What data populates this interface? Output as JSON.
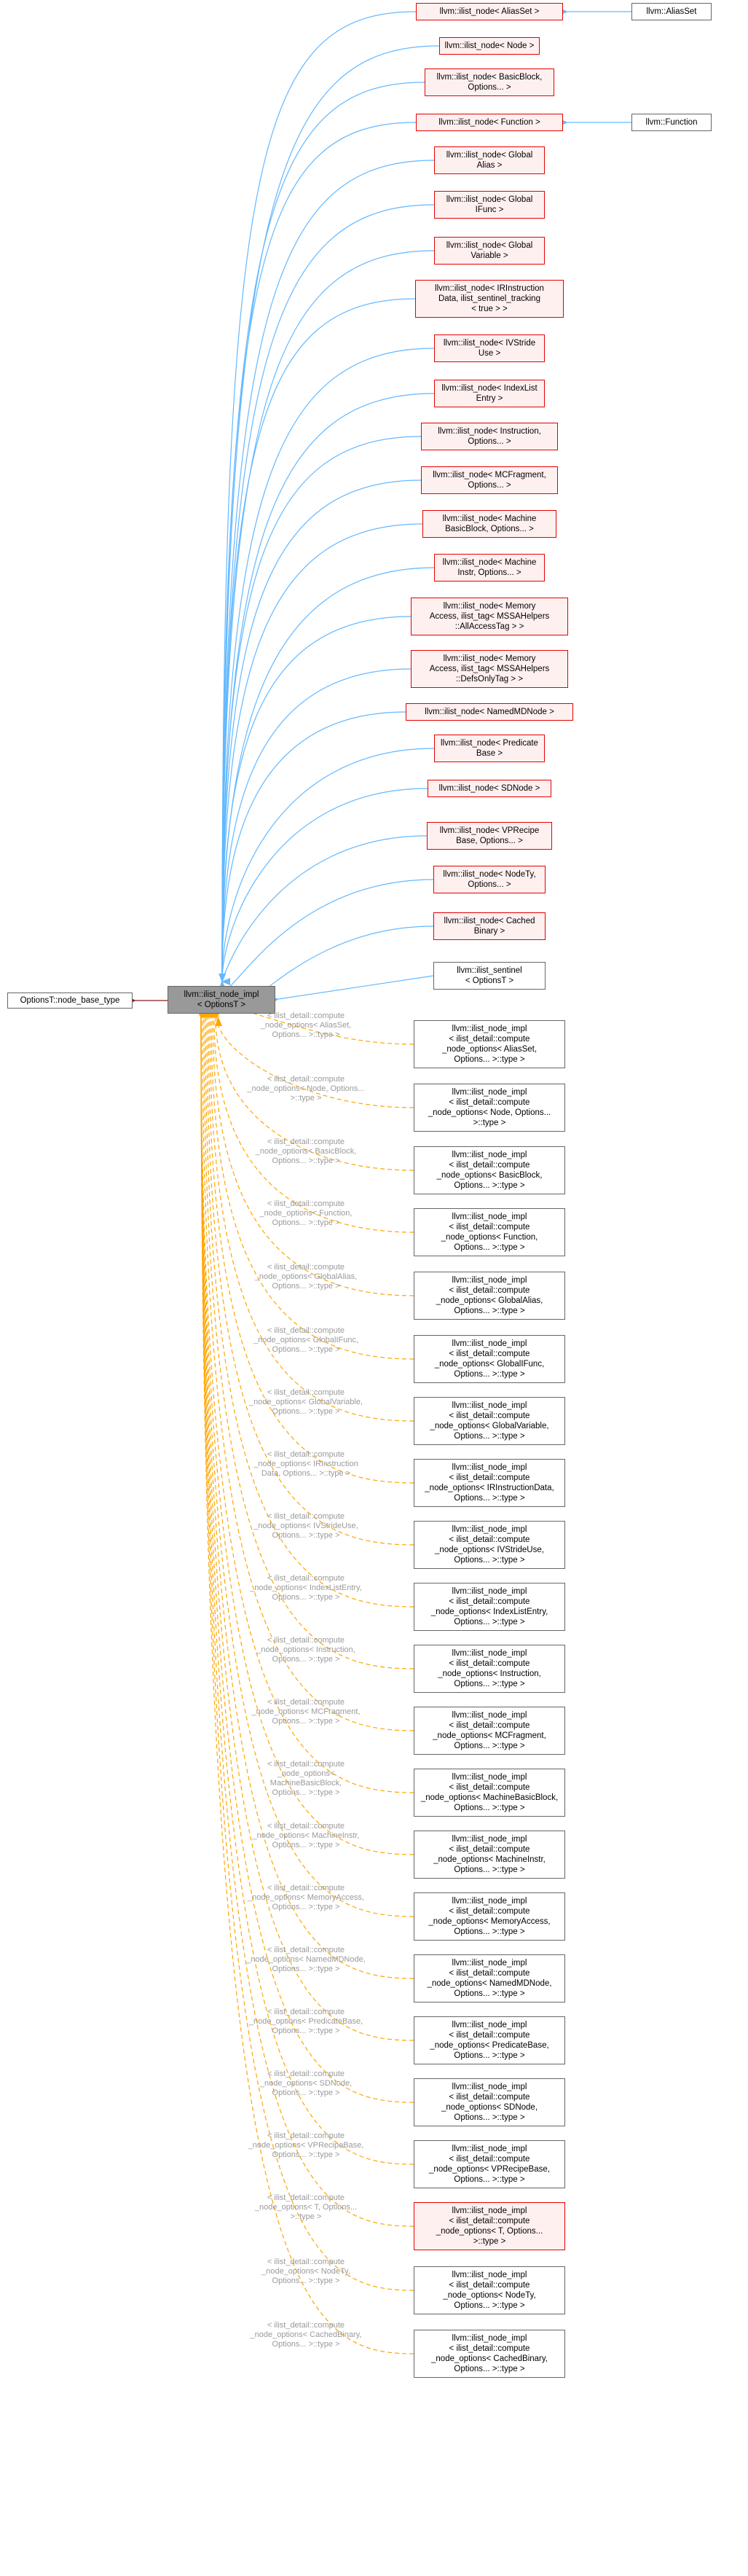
{
  "center_node": "llvm::ilist_node_impl\n< OptionsT >",
  "base_node": "OptionsT::node_base_type",
  "colors": {
    "inherit_edge": "#63b8ff",
    "template_edge": "#ffa500",
    "base_edge": "#8b1a1a",
    "red_border": "#e50000",
    "red_fill": "#fff0f0"
  },
  "solid_nodes": [
    "llvm::ilist_node< AliasSet >",
    "llvm::ilist_node< Node >",
    "llvm::ilist_node< BasicBlock,\nOptions... >",
    "llvm::ilist_node< Function >",
    "llvm::ilist_node< Global\nAlias >",
    "llvm::ilist_node< Global\nIFunc >",
    "llvm::ilist_node< Global\nVariable >",
    "llvm::ilist_node< IRInstruction\nData, ilist_sentinel_tracking\n< true > >",
    "llvm::ilist_node< IVStride\nUse >",
    "llvm::ilist_node< IndexList\nEntry >",
    "llvm::ilist_node< Instruction,\nOptions... >",
    "llvm::ilist_node< MCFragment,\nOptions... >",
    "llvm::ilist_node< Machine\nBasicBlock, Options... >",
    "llvm::ilist_node< Machine\nInstr, Options... >",
    "llvm::ilist_node< Memory\nAccess, ilist_tag< MSSAHelpers\n::AllAccessTag > >",
    "llvm::ilist_node< Memory\nAccess, ilist_tag< MSSAHelpers\n::DefsOnlyTag > >",
    "llvm::ilist_node< NamedMDNode >",
    "llvm::ilist_node< Predicate\nBase >",
    "llvm::ilist_node< SDNode >",
    "llvm::ilist_node< VPRecipe\nBase, Options... >",
    "llvm::ilist_node< NodeTy,\nOptions... >",
    "llvm::ilist_node< Cached\nBinary >",
    "llvm::ilist_sentinel\n< OptionsT >"
  ],
  "far_nodes": [
    {
      "from": "llvm::ilist_node< AliasSet >",
      "to": "llvm::AliasSet"
    },
    {
      "from": "llvm::ilist_node< Function >",
      "to": "llvm::Function"
    }
  ],
  "dashed_nodes": [
    {
      "label": "< ilist_detail::compute\n_node_options< AliasSet,\nOptions... >::type >",
      "node": "llvm::ilist_node_impl\n< ilist_detail::compute\n_node_options< AliasSet,\nOptions... >::type >"
    },
    {
      "label": "< ilist_detail::compute\n_node_options< Node, Options...\n>::type >",
      "node": "llvm::ilist_node_impl\n< ilist_detail::compute\n_node_options< Node, Options...\n>::type >"
    },
    {
      "label": "< ilist_detail::compute\n_node_options< BasicBlock,\nOptions... >::type >",
      "node": "llvm::ilist_node_impl\n< ilist_detail::compute\n_node_options< BasicBlock,\nOptions... >::type >"
    },
    {
      "label": "< ilist_detail::compute\n_node_options< Function,\nOptions... >::type >",
      "node": "llvm::ilist_node_impl\n< ilist_detail::compute\n_node_options< Function,\nOptions... >::type >"
    },
    {
      "label": "< ilist_detail::compute\n_node_options< GlobalAlias,\nOptions... >::type >",
      "node": "llvm::ilist_node_impl\n< ilist_detail::compute\n_node_options< GlobalAlias,\nOptions... >::type >"
    },
    {
      "label": "< ilist_detail::compute\n_node_options< GlobalIFunc,\nOptions... >::type >",
      "node": "llvm::ilist_node_impl\n< ilist_detail::compute\n_node_options< GlobalIFunc,\nOptions... >::type >"
    },
    {
      "label": "< ilist_detail::compute\n_node_options< GlobalVariable,\nOptions... >::type >",
      "node": "llvm::ilist_node_impl\n< ilist_detail::compute\n_node_options< GlobalVariable,\nOptions... >::type >"
    },
    {
      "label": "< ilist_detail::compute\n_node_options< IRInstruction\nData, Options... >::type >",
      "node": "llvm::ilist_node_impl\n< ilist_detail::compute\n_node_options< IRInstructionData,\nOptions... >::type >"
    },
    {
      "label": "< ilist_detail::compute\n_node_options< IVStrideUse,\nOptions... >::type >",
      "node": "llvm::ilist_node_impl\n< ilist_detail::compute\n_node_options< IVStrideUse,\nOptions... >::type >"
    },
    {
      "label": "< ilist_detail::compute\n_node_options< IndexListEntry,\nOptions... >::type >",
      "node": "llvm::ilist_node_impl\n< ilist_detail::compute\n_node_options< IndexListEntry,\nOptions... >::type >"
    },
    {
      "label": "< ilist_detail::compute\n_node_options< Instruction,\nOptions... >::type >",
      "node": "llvm::ilist_node_impl\n< ilist_detail::compute\n_node_options< Instruction,\nOptions... >::type >"
    },
    {
      "label": "< ilist_detail::compute\n_node_options< MCFragment,\nOptions... >::type >",
      "node": "llvm::ilist_node_impl\n< ilist_detail::compute\n_node_options< MCFragment,\nOptions... >::type >"
    },
    {
      "label": "< ilist_detail::compute\n_node_options< MachineBasicBlock,\nOptions... >::type >",
      "node": "llvm::ilist_node_impl\n< ilist_detail::compute\n_node_options< MachineBasicBlock,\nOptions... >::type >"
    },
    {
      "label": "< ilist_detail::compute\n_node_options< MachineInstr,\nOptions... >::type >",
      "node": "llvm::ilist_node_impl\n< ilist_detail::compute\n_node_options< MachineInstr,\nOptions... >::type >"
    },
    {
      "label": "< ilist_detail::compute\n_node_options< MemoryAccess,\nOptions... >::type >",
      "node": "llvm::ilist_node_impl\n< ilist_detail::compute\n_node_options< MemoryAccess,\nOptions... >::type >"
    },
    {
      "label": "< ilist_detail::compute\n_node_options< NamedMDNode,\nOptions... >::type >",
      "node": "llvm::ilist_node_impl\n< ilist_detail::compute\n_node_options< NamedMDNode,\nOptions... >::type >"
    },
    {
      "label": "< ilist_detail::compute\n_node_options< PredicateBase,\nOptions... >::type >",
      "node": "llvm::ilist_node_impl\n< ilist_detail::compute\n_node_options< PredicateBase,\nOptions... >::type >"
    },
    {
      "label": "< ilist_detail::compute\n_node_options< SDNode,\nOptions... >::type >",
      "node": "llvm::ilist_node_impl\n< ilist_detail::compute\n_node_options< SDNode,\nOptions... >::type >"
    },
    {
      "label": "< ilist_detail::compute\n_node_options< VPRecipeBase,\nOptions... >::type >",
      "node": "llvm::ilist_node_impl\n< ilist_detail::compute\n_node_options< VPRecipeBase,\nOptions... >::type >"
    },
    {
      "label": "< ilist_detail::compute\n_node_options< T, Options...\n>::type >",
      "node": "llvm::ilist_node_impl\n< ilist_detail::compute\n_node_options< T, Options...\n>::type >",
      "red": true
    },
    {
      "label": "< ilist_detail::compute\n_node_options< NodeTy,\nOptions... >::type >",
      "node": "llvm::ilist_node_impl\n< ilist_detail::compute\n_node_options< NodeTy,\nOptions... >::type >"
    },
    {
      "label": "< ilist_detail::compute\n_node_options< CachedBinary,\nOptions... >::type >",
      "node": "llvm::ilist_node_impl\n< ilist_detail::compute\n_node_options< CachedBinary,\nOptions... >::type >"
    }
  ]
}
